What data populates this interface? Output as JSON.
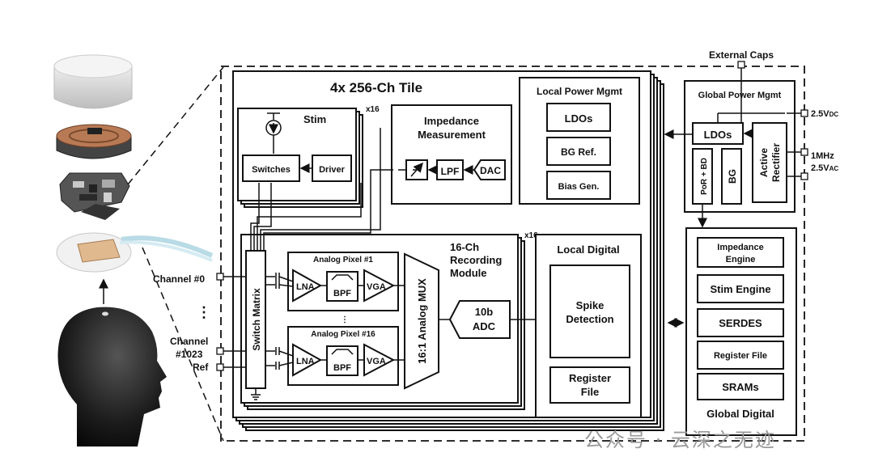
{
  "tile": {
    "title": "4x 256-Ch Tile",
    "stim": {
      "title": "Stim",
      "multiplier": "x16",
      "switches": "Switches",
      "driver": "Driver"
    },
    "impedance": {
      "title_line1": "Impedance",
      "title_line2": "Measurement",
      "lpf": "LPF",
      "dac": "DAC"
    },
    "local_power": {
      "title": "Local Power Mgmt",
      "ldos": "LDOs",
      "bg_ref": "BG Ref.",
      "bias_gen": "Bias Gen."
    },
    "recording": {
      "title_line1": "16-Ch",
      "title_line2": "Recording",
      "title_line3": "Module",
      "multiplier": "x16",
      "switch_matrix": "Switch Matrix",
      "pixel1": {
        "title": "Analog Pixel #1",
        "lna": "LNA",
        "bpf": "BPF",
        "vga": "VGA"
      },
      "pixel16": {
        "title": "Analog Pixel #16",
        "lna": "LNA",
        "bpf": "BPF",
        "vga": "VGA"
      },
      "mux": "16:1 Analog MUX",
      "adc_line1": "10b",
      "adc_line2": "ADC"
    },
    "local_digital": {
      "title": "Local Digital",
      "spike_line1": "Spike",
      "spike_line2": "Detection",
      "reg_line1": "Register",
      "reg_line2": "File"
    }
  },
  "global_power": {
    "title": "Global Power Mgmt",
    "ldos": "LDOs",
    "por_bd": "PoR + BD",
    "bg": "BG",
    "rect_line1": "Active",
    "rect_line2": "Rectifier"
  },
  "global_digital": {
    "title": "Global Digital",
    "impedance_line1": "Impedance",
    "impedance_line2": "Engine",
    "stim_engine": "Stim Engine",
    "serdes": "SERDES",
    "register_file": "Register File",
    "srams": "SRAMs"
  },
  "pins": {
    "external_caps": "External Caps",
    "vdc": "2.5V",
    "vdc_sub": "DC",
    "freq": "1MHz",
    "vac": "2.5V",
    "vac_sub": "AC",
    "channel0": "Channel #0",
    "ellipsis": "⋮",
    "channel1023_line1": "Channel",
    "channel1023_line2": "#1023",
    "ref": "Ref"
  },
  "watermark": "公众号 · 云深之无迹"
}
